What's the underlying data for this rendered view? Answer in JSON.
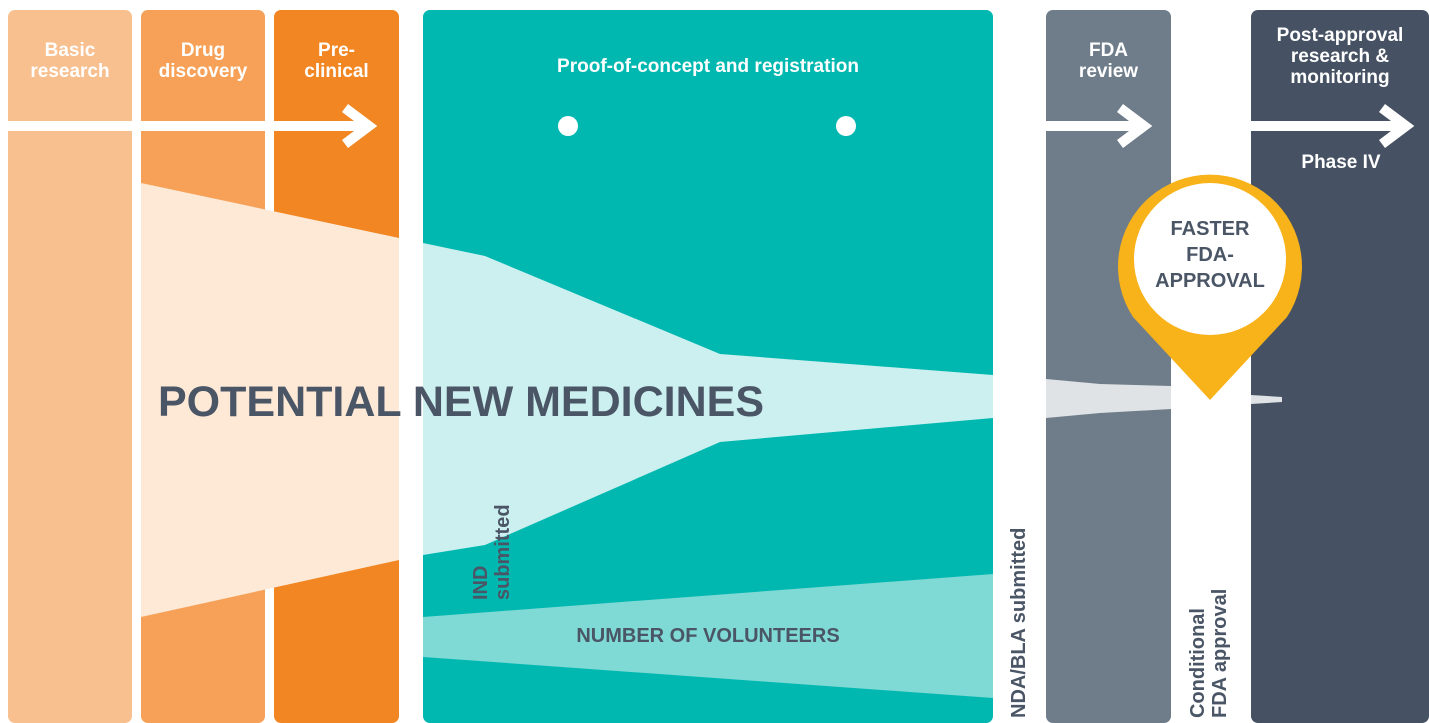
{
  "colors": {
    "basic_research": "#f9c08f",
    "drug_discovery": "#f6a157",
    "preclinical": "#f28623",
    "proof_of_concept": "#00b8b0",
    "fda_review": "#6f7d8a",
    "post_approval": "#465263",
    "medicines_funnel_light": "#fde9d6",
    "medicines_funnel_teal": "#ccefef",
    "medicines_funnel_grey": "#dfe3e6",
    "volunteers_band": "#7fd9d4",
    "pin": "#f8b21a",
    "label_text": "#4a5566"
  },
  "stages": {
    "basic_research": {
      "line1": "Basic",
      "line2": "research"
    },
    "drug_discovery": {
      "line1": "Drug",
      "line2": "discovery"
    },
    "preclinical": {
      "line1": "Pre-",
      "line2": "clinical"
    },
    "proof_of_concept": {
      "label": "Proof-of-concept and registration"
    },
    "fda_review": {
      "line1": "FDA",
      "line2": "review"
    },
    "post_approval": {
      "line1": "Post-approval",
      "line2": "research &",
      "line3": "monitoring",
      "phase": "Phase IV"
    }
  },
  "funnel": {
    "medicines_label": "POTENTIAL NEW MEDICINES",
    "volunteers_label": "NUMBER OF VOLUNTEERS"
  },
  "milestones": {
    "ind": {
      "line1": "IND",
      "line2": "submitted"
    },
    "nda": {
      "label": "NDA/BLA submitted"
    },
    "conditional": {
      "line1": "Conditional",
      "line2": "FDA approval"
    }
  },
  "badge": {
    "line1": "FASTER",
    "line2": "FDA-",
    "line3": "APPROVAL"
  },
  "icons": {
    "flow_arrow": "arrow-right-icon",
    "milestone_dot": "circle-dot-icon",
    "location_pin": "map-pin-icon"
  }
}
